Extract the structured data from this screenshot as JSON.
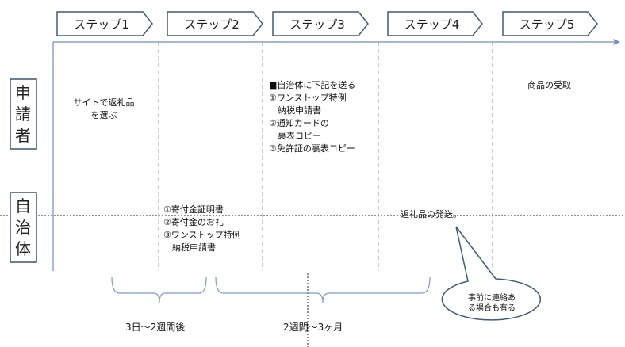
{
  "steps": [
    "ステップ1",
    "ステップ2",
    "ステップ3",
    "ステップ4",
    "ステップ5"
  ],
  "roles": {
    "applicant": [
      "申",
      "請",
      "者"
    ],
    "municipality": [
      "自",
      "治",
      "体"
    ]
  },
  "applicant_tasks": {
    "step1": "サイトで返礼品\nを選ぶ",
    "step3": "■自治体に下記を送る\n①ワンストップ特例\n　納税申請書\n②通知カードの\n　裏表コピー\n③免許証の裏表コピー",
    "step5": "商品の受取"
  },
  "municipality_tasks": {
    "step2": "①寄付金証明書\n②寄付金のお礼\n③ワンストップ特例\n　納税申請書",
    "step4": "返礼品の発送。"
  },
  "callout": "事前に連絡あ\nる場合も有る",
  "durations": [
    "3日～2週間後",
    "2週間～3ヶ月"
  ],
  "colors": {
    "line": "#5b7fad",
    "stroke": "#3a5577",
    "bubble_fill": "#ffffff"
  }
}
